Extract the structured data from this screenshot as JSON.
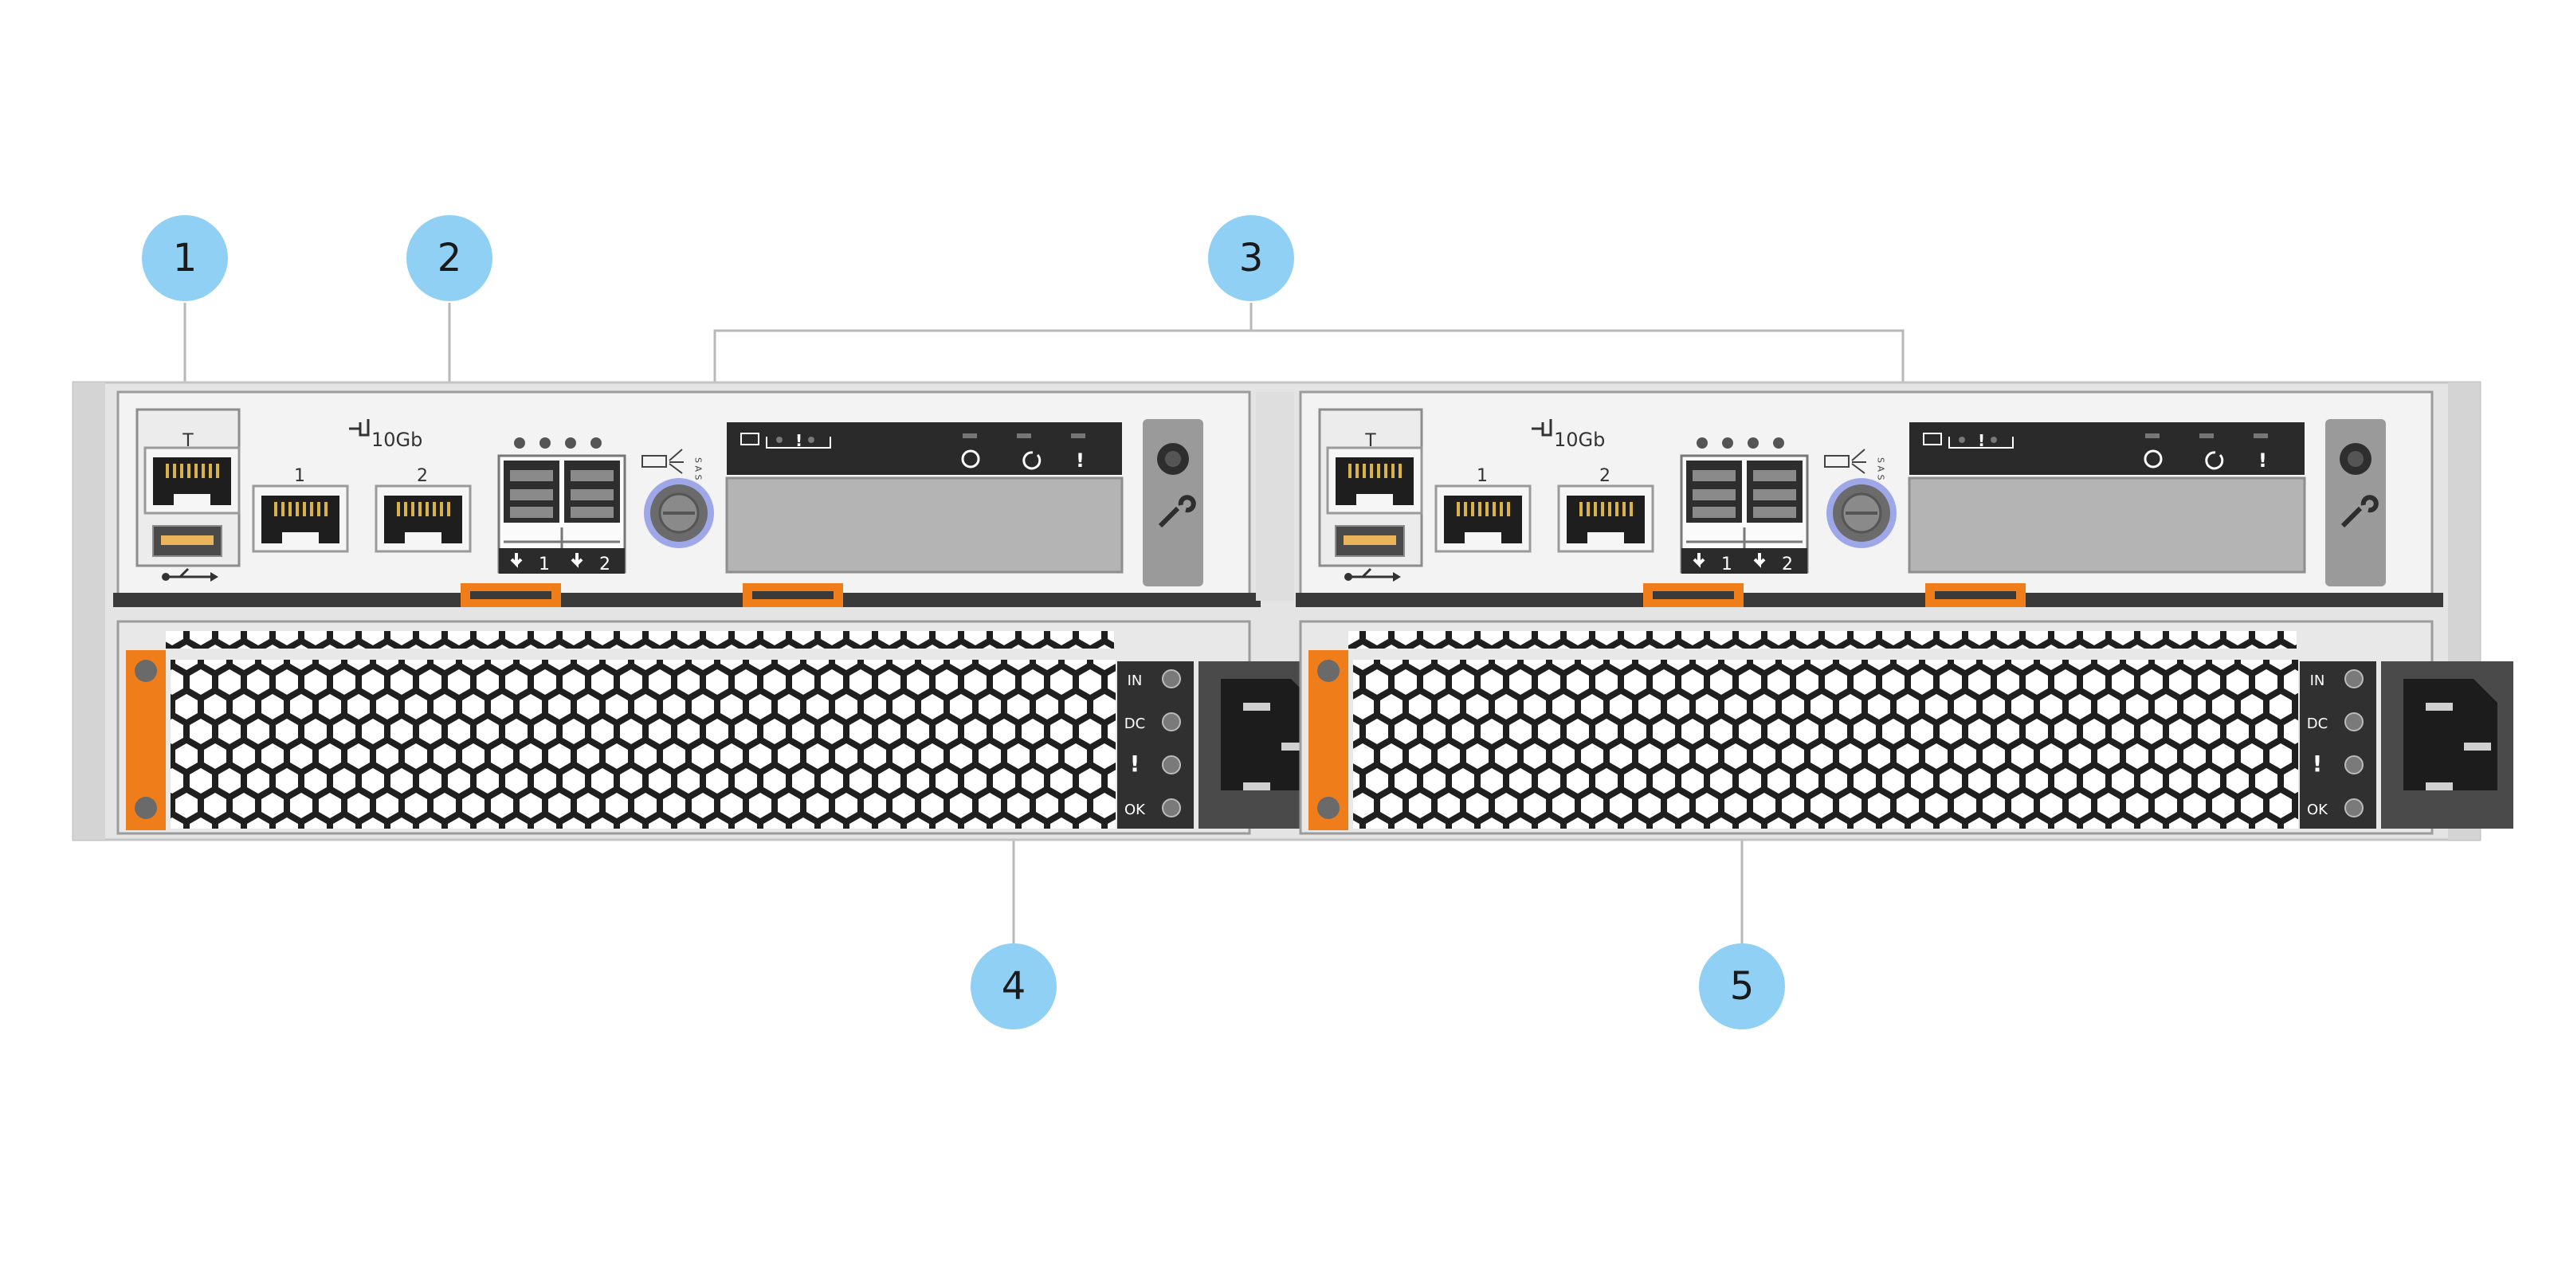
{
  "callouts": [
    {
      "id": "1",
      "label": "1"
    },
    {
      "id": "2",
      "label": "2"
    },
    {
      "id": "3",
      "label": "3"
    },
    {
      "id": "4",
      "label": "4"
    },
    {
      "id": "5",
      "label": "5"
    }
  ],
  "controllers": [
    {
      "mgmt_port_label": "T",
      "speed_label": "10Gb",
      "port1_label": "1",
      "port2_label": "2",
      "sas_label": "S A S",
      "sas_port1_label": "1",
      "sas_port2_label": "2"
    },
    {
      "mgmt_port_label": "T",
      "speed_label": "10Gb",
      "port1_label": "1",
      "port2_label": "2",
      "sas_label": "S A S",
      "sas_port1_label": "1",
      "sas_port2_label": "2"
    }
  ],
  "power_supplies": [
    {
      "led_in": "IN",
      "led_dc": "DC",
      "led_fault": "!",
      "led_ok": "OK"
    },
    {
      "led_in": "IN",
      "led_dc": "DC",
      "led_fault": "!",
      "led_ok": "OK"
    }
  ],
  "colors": {
    "callout_fill": "#90d0f5",
    "chassis": "#e6e6e6",
    "panel": "#f2f2f2",
    "dark": "#2b2b2b",
    "orange": "#ef7d1a",
    "leader": "#b8b8b8"
  }
}
